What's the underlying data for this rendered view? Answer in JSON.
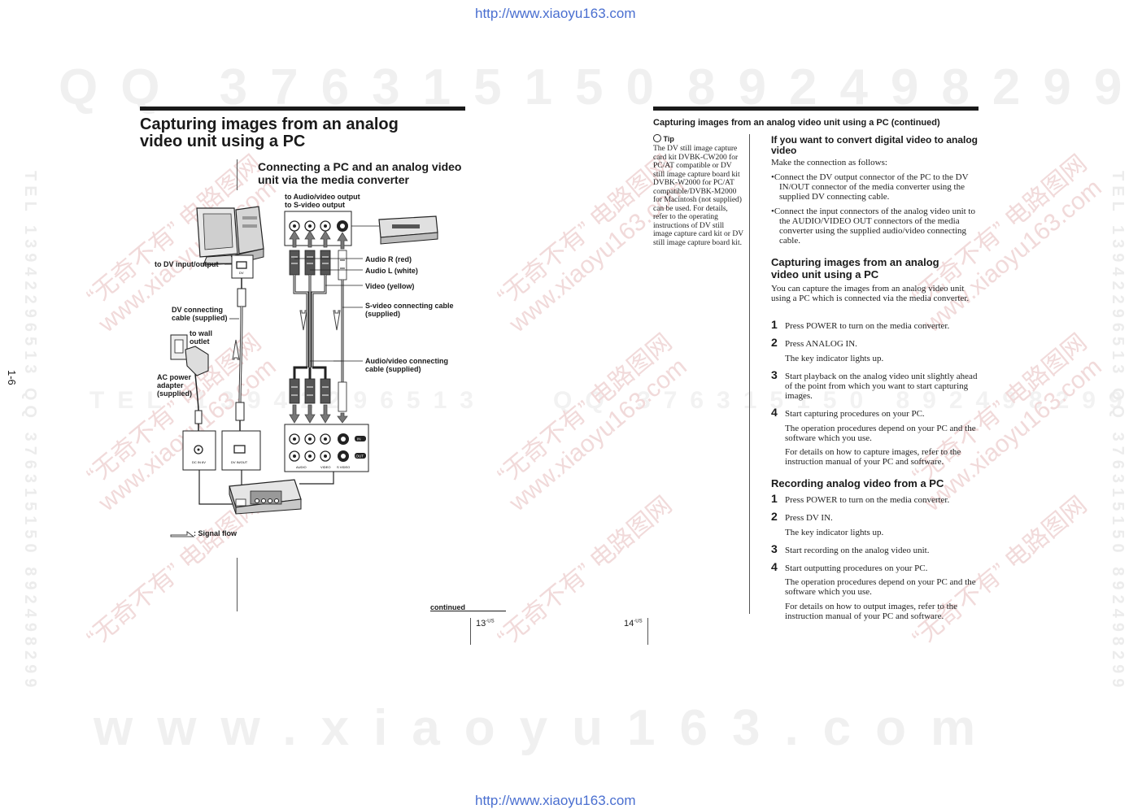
{
  "watermarks": {
    "url_top": "http://www.xiaoyu163.com",
    "url_bottom": "http://www.xiaoyu163.com",
    "qq_left": "QQ 376315150",
    "qq_right": "892498299",
    "tel_middle_left": "TEL 13942296513",
    "qq_middle_right": "QQ 376315150 892498299",
    "www_bottom": "www.xiaoyu163.com",
    "side_left": "TEL 13942296513 QQ 376315150 892498299",
    "side_right": "TEL 13942296513 QQ 376315150 892498299",
    "diag_cn": "“无奇不有” 电路图网",
    "diag_www": "www.xiaoyu163.com"
  },
  "left_page": {
    "side_number": "1-6",
    "title_line1": "Capturing images from an analog",
    "title_line2": "video unit using a PC",
    "subtitle_line1": "Connecting a PC and an analog video",
    "subtitle_line2": "unit via the media converter",
    "labels": {
      "to_av_output_1": "to Audio/video output",
      "to_av_output_2": "to S-video output",
      "to_dv": "to DV input/output",
      "dv_cable_1": "DV connecting",
      "dv_cable_2": "cable (supplied)",
      "wall_1": "to wall",
      "wall_2": "outlet",
      "ac_1": "AC power",
      "ac_2": "adapter",
      "ac_3": "(supplied)",
      "audio_r": "Audio R (red)",
      "audio_l": "Audio L (white)",
      "video": "Video (yellow)",
      "svideo_1": "S-video connecting cable",
      "svideo_2": "(supplied)",
      "avcable_1": "Audio/video connecting",
      "avcable_2": "cable (supplied)",
      "signal_flow": ": Signal flow",
      "dcin": "DC IN 6V",
      "dvinout": "DV IN/OUT",
      "audio": "AUDIO",
      "video_jack": "VIDEO",
      "svideo_jack": "S VIDEO",
      "in_tag": "IN",
      "out_tag": "OUT",
      "dv_port": "DV"
    },
    "continued": "continued",
    "page_number": "13",
    "page_suffix": "-US"
  },
  "right_page": {
    "header": "Capturing images from an analog video unit using a PC (continued)",
    "tip_title": "Tip",
    "tip_body": "The DV still image capture card kit DVBK-CW200 for PC/AT compatible or DV still image capture board kit DVBK-W2000 for PC/AT compatible/DVBK-M2000 for Macintosh (not supplied) can be used. For details, refer to the operating instructions of DV still image capture card kit or DV still image capture board kit.",
    "sec1_title": "If you want to convert digital video to analog video",
    "sec1_intro": "Make the connection as follows:",
    "sec1_bullet1": "•Connect the DV output connector of the PC to the DV IN/OUT connector of the media converter using the supplied DV connecting cable.",
    "sec1_bullet2": "•Connect the input connectors of the analog video unit to the AUDIO/VIDEO OUT connectors of the media converter using the supplied audio/video connecting cable.",
    "sec2_title_line1": "Capturing images from an analog",
    "sec2_title_line2": "video unit using a PC",
    "sec2_intro": "You can capture the images from an analog video unit using a PC which is connected via the media converter.",
    "sec2_steps": [
      {
        "n": "1",
        "text": "Press POWER to turn on the media converter.",
        "note": ""
      },
      {
        "n": "2",
        "text": "Press ANALOG IN.",
        "note": "The key indicator lights up."
      },
      {
        "n": "3",
        "text": "Start playback on the analog video unit slightly ahead of the point from which you want to start capturing images.",
        "note": ""
      },
      {
        "n": "4",
        "text": "Start capturing procedures on your PC.",
        "note": "The operation procedures depend on your PC and the software which you use."
      }
    ],
    "sec2_note2": "For details on how to capture images, refer to the instruction manual of your PC and software.",
    "sec3_title": "Recording analog video from a PC",
    "sec3_steps": [
      {
        "n": "1",
        "text": "Press POWER to turn on the media converter.",
        "note": ""
      },
      {
        "n": "2",
        "text": "Press DV IN.",
        "note": "The key indicator lights up."
      },
      {
        "n": "3",
        "text": "Start recording on the analog video unit.",
        "note": ""
      },
      {
        "n": "4",
        "text": "Start outputting procedures on your PC.",
        "note": "The operation procedures depend on your PC and the software which you use."
      }
    ],
    "sec3_note2": "For details on how to output images, refer to the instruction manual of your PC and software.",
    "page_number": "14",
    "page_suffix": "-US"
  }
}
